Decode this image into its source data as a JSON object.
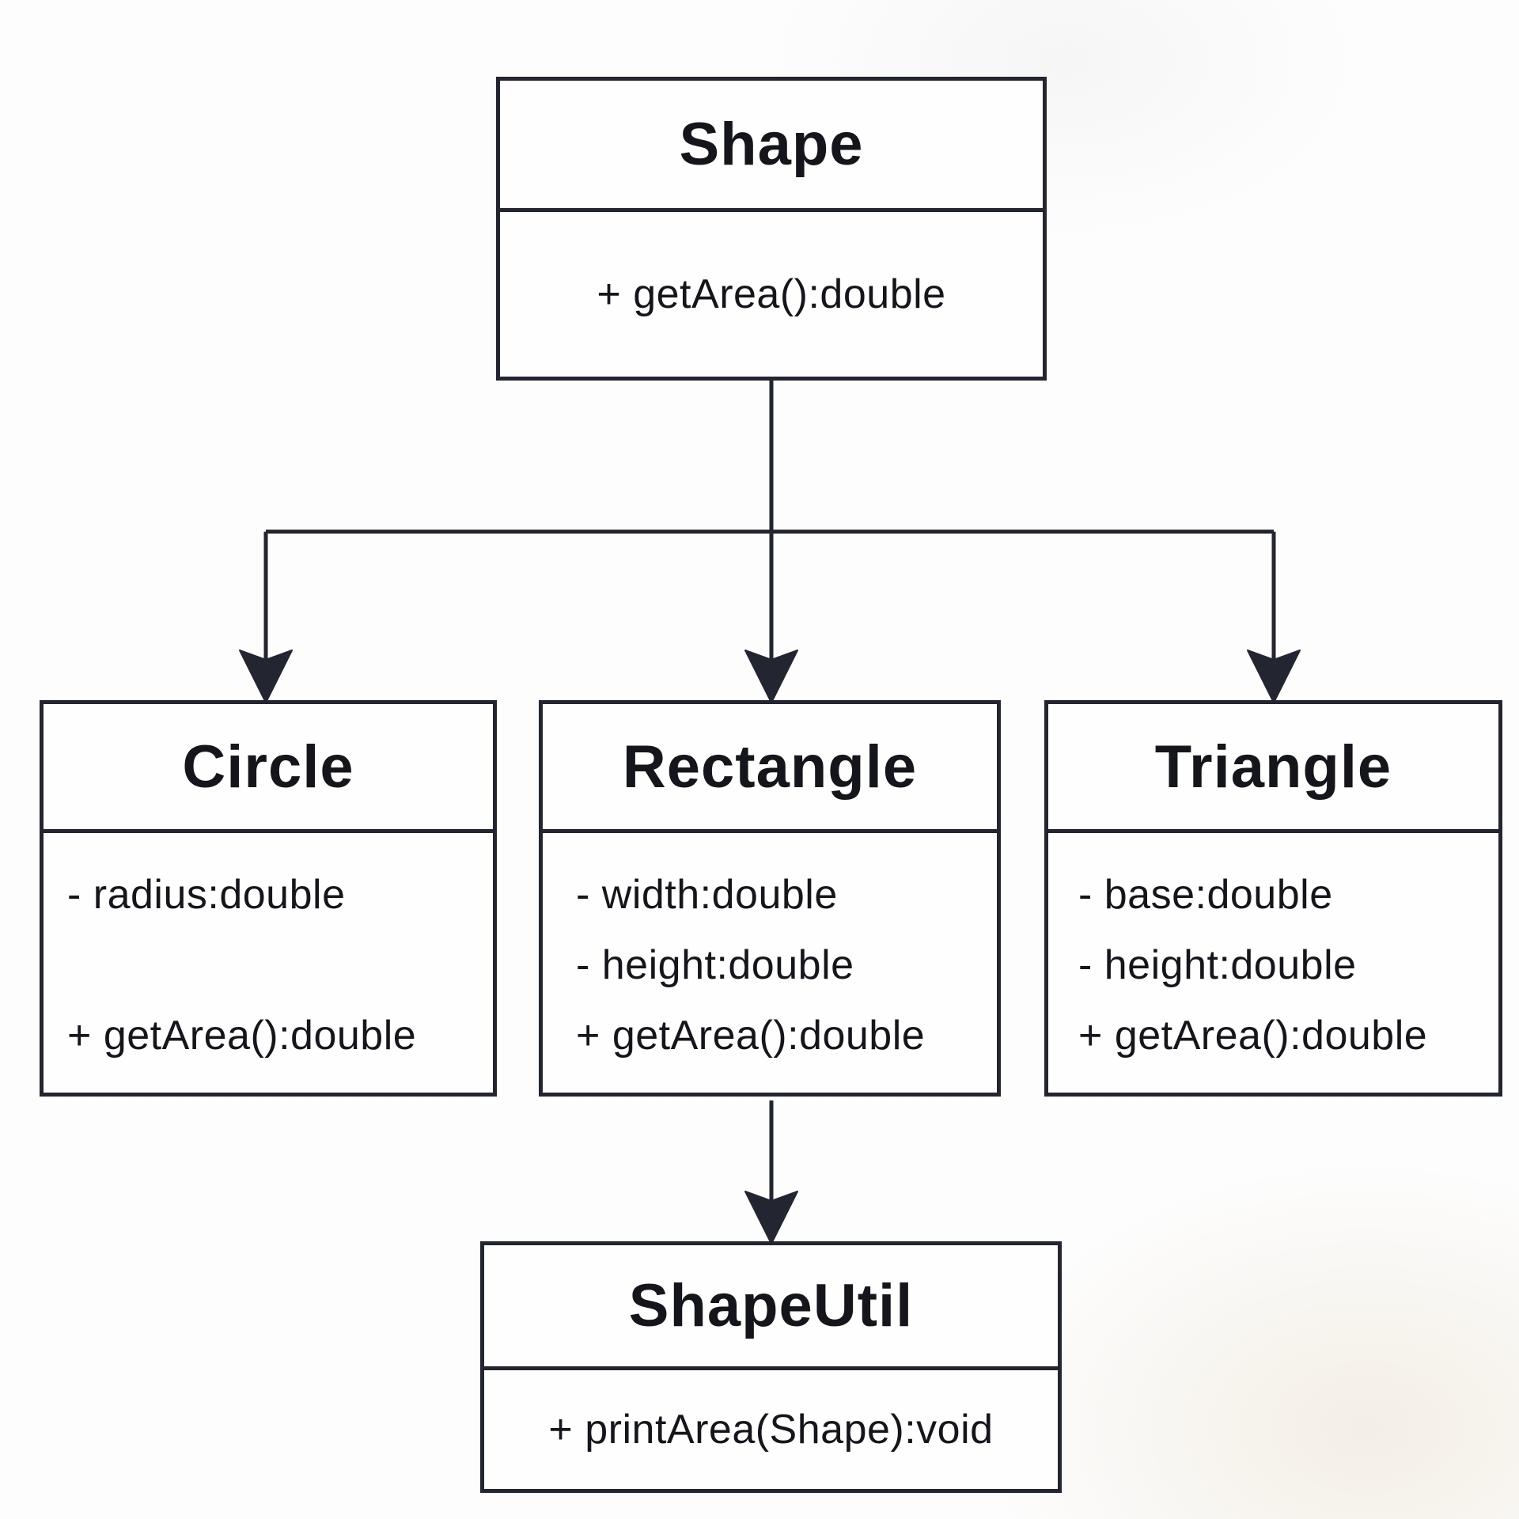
{
  "diagram": {
    "kind": "uml-class-diagram",
    "classes": [
      {
        "id": "shape",
        "name": "Shape",
        "attributes": [],
        "methods": [
          "+ getArea():double"
        ]
      },
      {
        "id": "circle",
        "name": "Circle",
        "attributes": [
          "- radius:double"
        ],
        "methods": [
          "+ getArea():double"
        ]
      },
      {
        "id": "rectangle",
        "name": "Rectangle",
        "attributes": [
          "- width:double",
          "- height:double"
        ],
        "methods": [
          "+ getArea():double"
        ]
      },
      {
        "id": "triangle",
        "name": "Triangle",
        "attributes": [
          "- base:double",
          "- height:double"
        ],
        "methods": [
          "+ getArea():double"
        ]
      },
      {
        "id": "shapeutil",
        "name": "ShapeUtil",
        "attributes": [],
        "methods": [
          "+ printArea(Shape):void"
        ]
      }
    ],
    "relations": [
      {
        "from": "Shape",
        "to": "Circle",
        "type": "solid-arrow"
      },
      {
        "from": "Shape",
        "to": "Rectangle",
        "type": "solid-arrow"
      },
      {
        "from": "Shape",
        "to": "Triangle",
        "type": "solid-arrow"
      },
      {
        "from": "Rectangle",
        "to": "ShapeUtil",
        "type": "solid-arrow"
      }
    ],
    "theme": {
      "line_color": "#232531",
      "text_color": "#15161c",
      "box_bg": "#fefefe",
      "page_bg": "#fdfdfd"
    }
  }
}
